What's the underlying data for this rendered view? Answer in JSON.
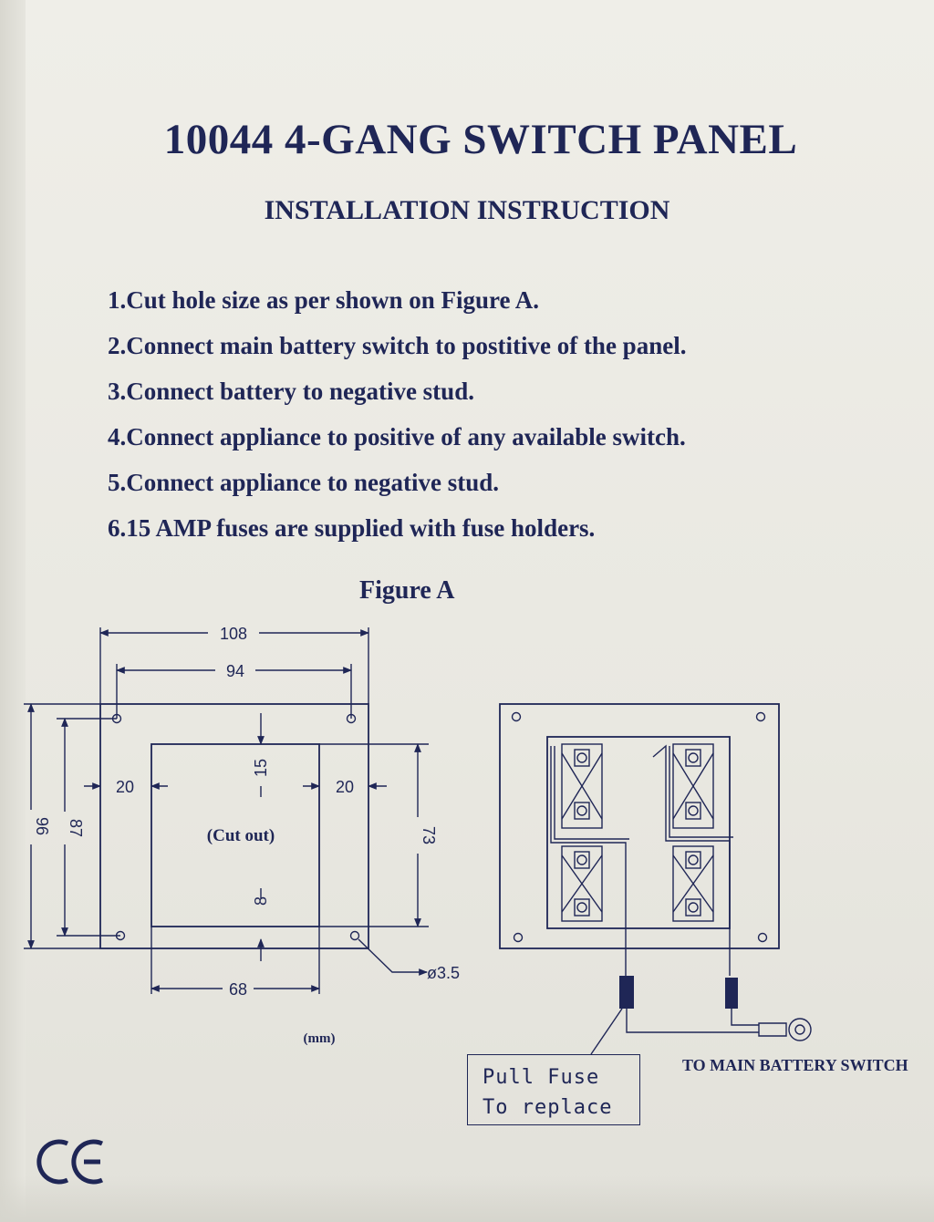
{
  "document": {
    "title": "10044 4-GANG SWITCH PANEL",
    "subtitle": "INSTALLATION INSTRUCTION",
    "steps": [
      "1.Cut hole size as per shown on Figure A.",
      "2.Connect main battery switch to postitive of the panel.",
      "3.Connect battery to negative stud.",
      "4.Connect appliance to positive of any available switch.",
      "5.Connect appliance to negative stud.",
      "6.15 AMP fuses are supplied with fuse holders."
    ],
    "figure_title": "Figure A"
  },
  "drawing": {
    "dim_108": "108",
    "dim_94": "94",
    "dim_96": "96",
    "dim_87": "87",
    "dim_20_left": "20",
    "dim_20_right": "20",
    "dim_15": "15",
    "dim_8": "8",
    "dim_73": "73",
    "dim_68": "68",
    "hole_dia": "ø3.5",
    "cut_out_label": "(Cut out)",
    "unit_label": "(mm)"
  },
  "wiring": {
    "fuse_line_1": "Pull Fuse",
    "fuse_line_2": "To replace",
    "battery_label": "TO MAIN BATTERY SWITCH"
  },
  "marks": {
    "ce": "CE"
  },
  "colors": {
    "ink": "#1f2656",
    "paper": "#ecebe4"
  }
}
